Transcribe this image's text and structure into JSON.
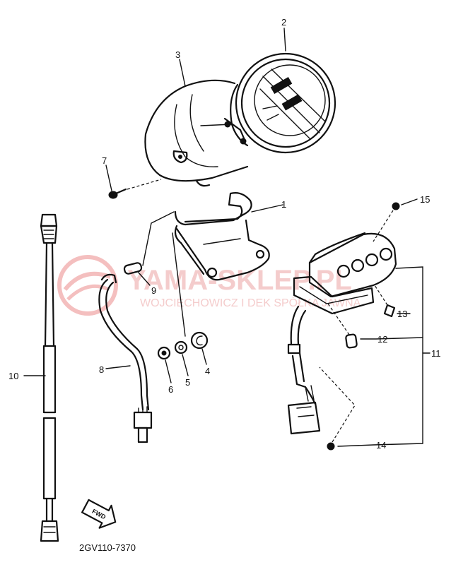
{
  "watermark": {
    "brand": "YAMA-SKLEP.PL",
    "tagline": "WOJCIECHOWICZ I DEK SPÓŁKA JAWNA"
  },
  "diagram_code": "2GV110-7370",
  "direction_label": "FWD",
  "callouts": {
    "c1": "1",
    "c2": "2",
    "c3": "3",
    "c4": "4",
    "c5": "5",
    "c6": "6",
    "c7": "7",
    "c8": "8",
    "c9": "9",
    "c10": "10",
    "c11": "11",
    "c12": "12",
    "c13": "13",
    "c14": "14",
    "c15": "15"
  }
}
